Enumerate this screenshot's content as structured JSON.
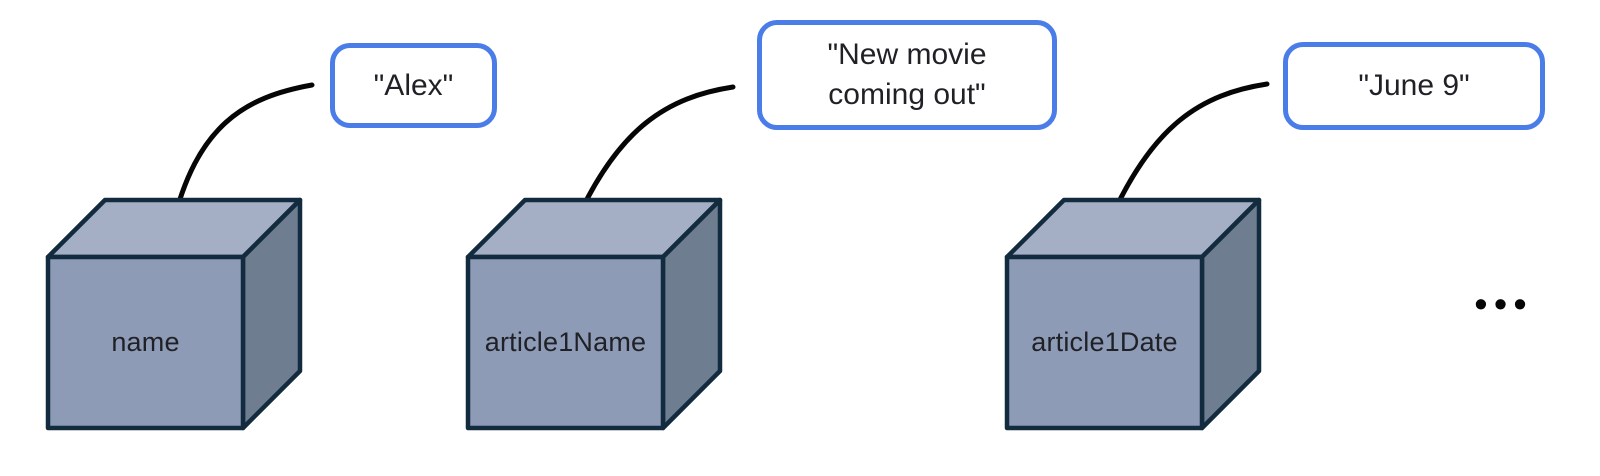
{
  "diagram_type": "variables-as-boxes",
  "variables": [
    {
      "name": "name",
      "value": "\"Alex\""
    },
    {
      "name": "article1Name",
      "value": "\"New movie coming out\""
    },
    {
      "name": "article1Date",
      "value": "\"June 9\""
    }
  ],
  "more_indicator": "•••",
  "icons": [
    "pointer-arrow-icon",
    "cube-icon",
    "ellipsis-icon"
  ],
  "colors": {
    "bubble_border": "#4a7de8",
    "bubble_fill": "#ffffff",
    "cube_front": "#8e9bb6",
    "cube_top": "#a4aec4",
    "cube_side": "#6f7d90",
    "cube_outline": "#132b3e",
    "arrow": "#060606",
    "text": "#1f2126",
    "background": "#ffffff"
  }
}
